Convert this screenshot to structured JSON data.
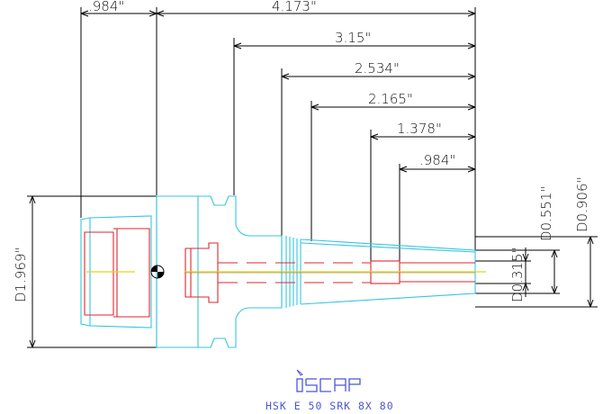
{
  "dimensions": {
    "top": [
      {
        "label": ".984\""
      },
      {
        "label": "4.173\""
      },
      {
        "label": "3.15\""
      },
      {
        "label": "2.534\""
      },
      {
        "label": "2.165\""
      },
      {
        "label": "1.378\""
      },
      {
        "label": ".984\""
      }
    ],
    "left_diameter": "D1.969\"",
    "right": {
      "d0906": "D0.906\"",
      "d0551": "D0.551\"",
      "d0315": "D0.315\""
    }
  },
  "logo": {
    "text": "iscar",
    "color": "#4a56d8"
  },
  "caption": "HSK E 50 SRK 8X 80",
  "colors": {
    "outline": "#35c6e0",
    "internal": "#e0262c",
    "centerline": "#e8d21a",
    "dimension": "#000000"
  }
}
